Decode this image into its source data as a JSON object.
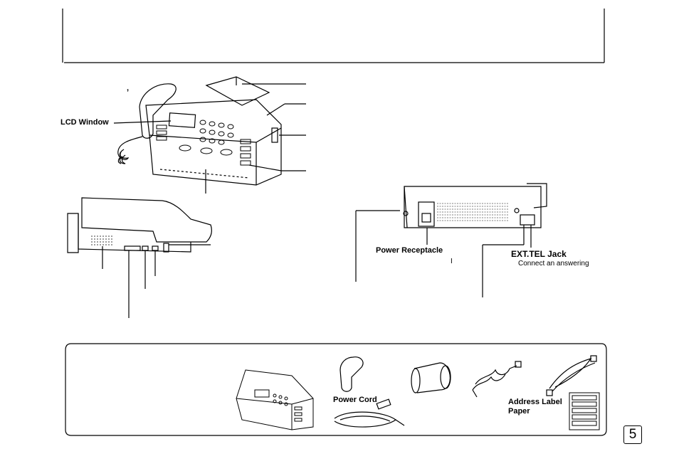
{
  "labels": {
    "lcd_window": "LCD Window",
    "power_receptacle": "Power Receptacle",
    "ext_tel_jack": "EXT.TEL Jack",
    "ext_tel_desc": "Connect an answering",
    "power_cord": "Power Cord",
    "address_label_line1": "Address Label",
    "address_label_line2": "Paper",
    "stray_mark_1": ",",
    "stray_mark_2": "I"
  },
  "page_number": "5"
}
